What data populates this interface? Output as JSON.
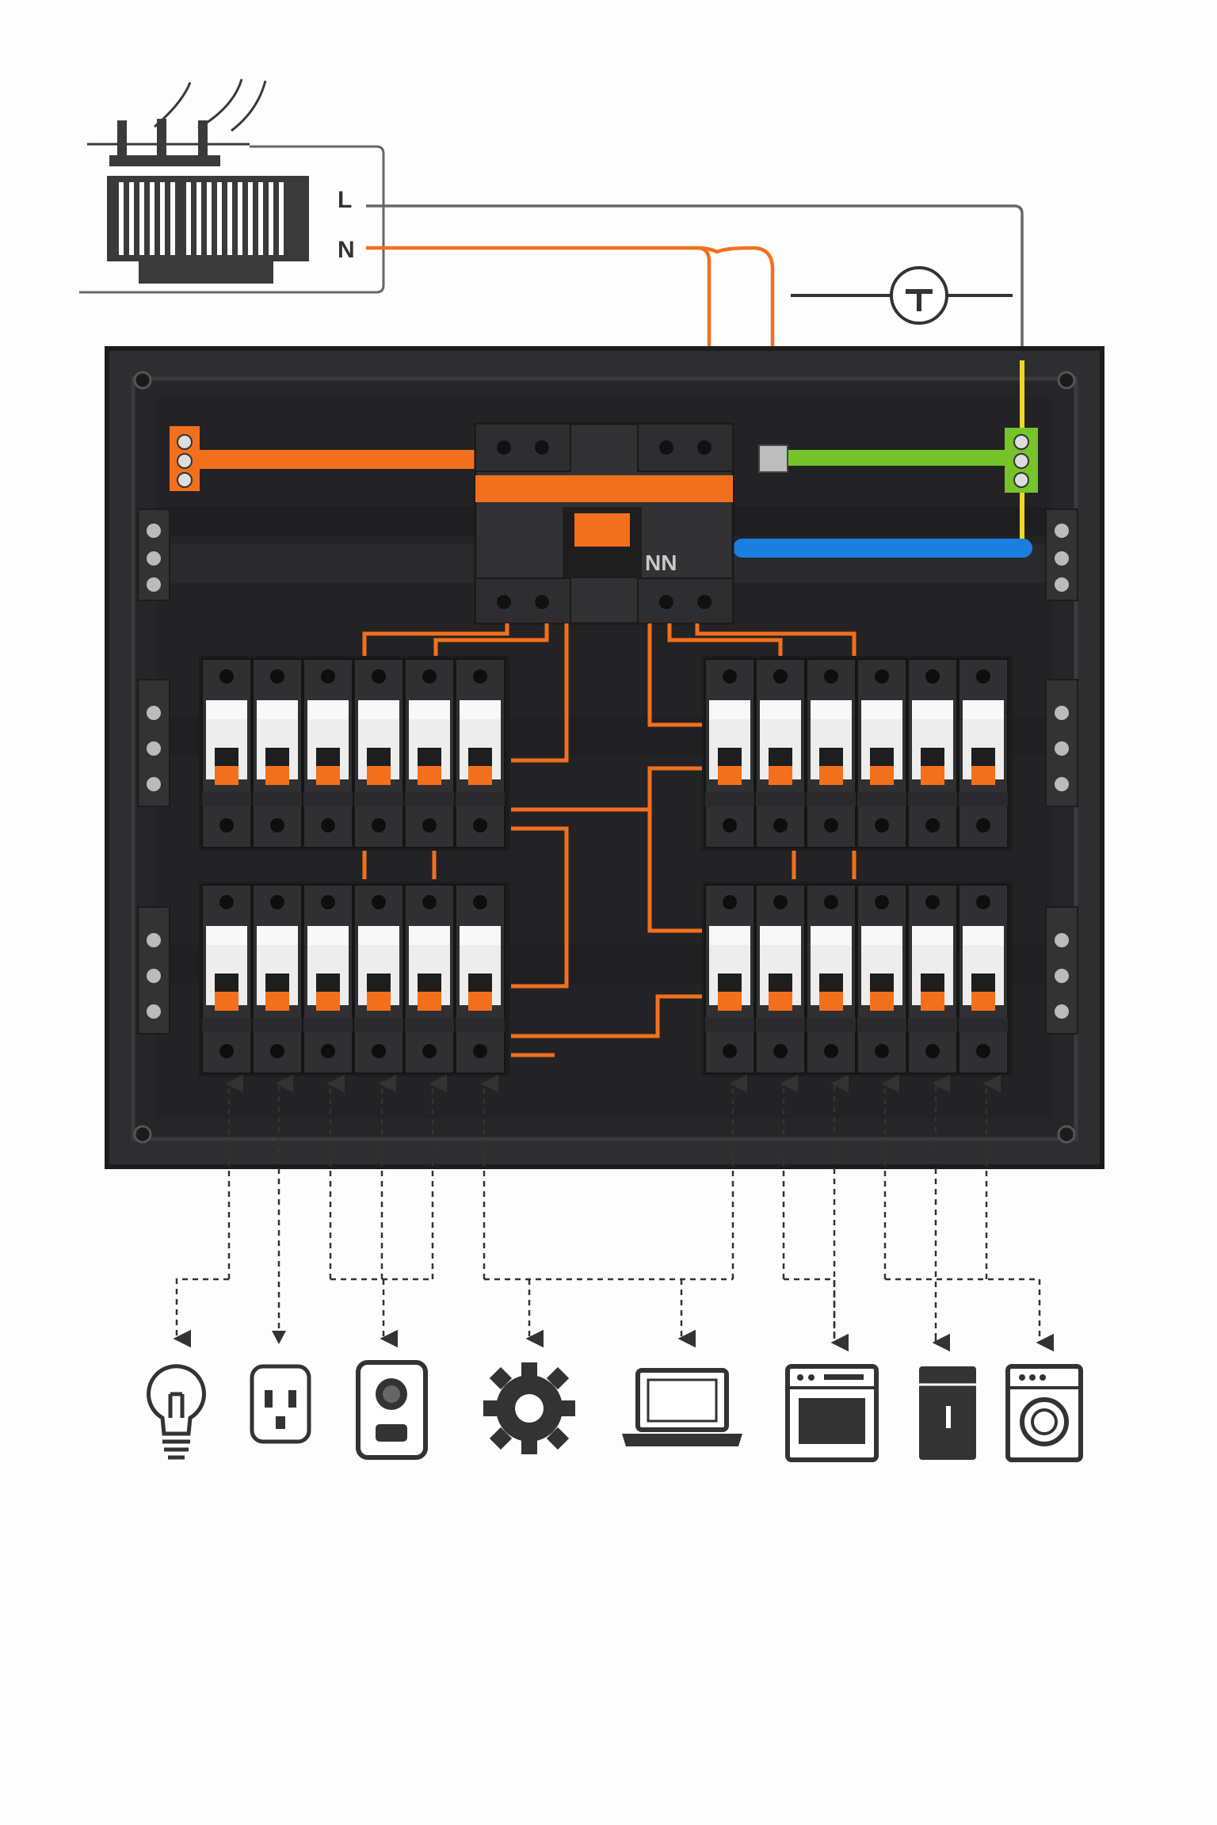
{
  "supply": {
    "line_label": "L",
    "neutral_label": "N"
  },
  "rcd": {
    "label": "NN"
  },
  "colors": {
    "background": "#fdfdfd",
    "panel": "#2b2b2d",
    "panel_inner": "#252527",
    "live_wire": "#f2701d",
    "neutral_wire": "#1a7fe0",
    "earth_wire": "#74c42a",
    "earth_drop": "#ecd82a",
    "supply_line": "#666666",
    "breaker_body": "#ededed",
    "breaker_handle": "#f2701d",
    "icon": "#333333"
  },
  "breaker_banks": {
    "rows": 2,
    "banks_per_row": 2,
    "breakers_per_bank": 6
  },
  "loads": [
    {
      "icon": "lightbulb-icon"
    },
    {
      "icon": "power-outlet-icon"
    },
    {
      "icon": "intercom-icon"
    },
    {
      "icon": "gear-icon"
    },
    {
      "icon": "laptop-icon"
    },
    {
      "icon": "oven-icon"
    },
    {
      "icon": "refrigerator-icon"
    },
    {
      "icon": "washing-machine-icon"
    }
  ]
}
